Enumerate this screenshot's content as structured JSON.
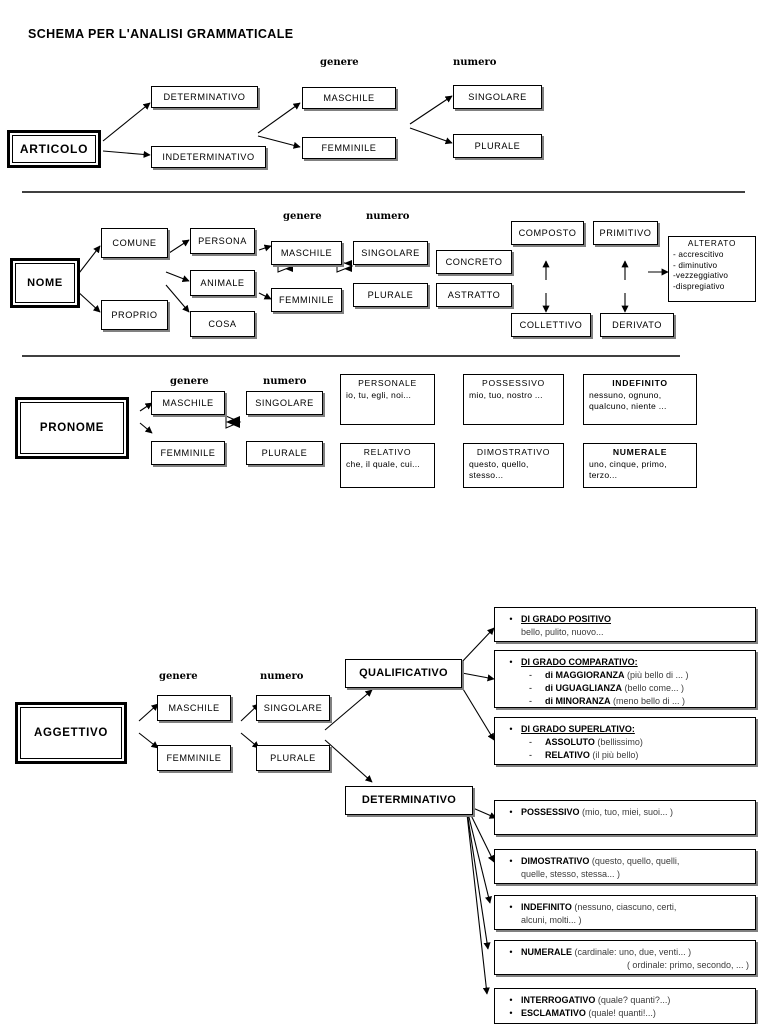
{
  "title": "SCHEMA PER L'ANALISI GRAMMATICALE",
  "labels": {
    "genere": "genere",
    "numero": "numero"
  },
  "articolo": {
    "root": "ARTICOLO",
    "determinativo": "DETERMINATIVO",
    "indeterminativo": "INDETERMINATIVO",
    "maschile": "MASCHILE",
    "femminile": "FEMMINILE",
    "singolare": "SINGOLARE",
    "plurale": "PLURALE"
  },
  "nome": {
    "root": "NOME",
    "comune": "COMUNE",
    "proprio": "PROPRIO",
    "persona": "PERSONA",
    "animale": "ANIMALE",
    "cosa": "COSA",
    "maschile": "MASCHILE",
    "femminile": "FEMMINILE",
    "singolare": "SINGOLARE",
    "plurale": "PLURALE",
    "concreto": "CONCRETO",
    "astratto": "ASTRATTO",
    "composto": "COMPOSTO",
    "collettivo": "COLLETTIVO",
    "primitivo": "PRIMITIVO",
    "derivato": "DERIVATO",
    "alterato": {
      "head": "ALTERATO",
      "items": [
        "- accrescitivo",
        "- diminutivo",
        "-vezzeggiativo",
        "-dispregiativo"
      ]
    }
  },
  "pronome": {
    "root": "PRONOME",
    "maschile": "MASCHILE",
    "femminile": "FEMMINILE",
    "singolare": "SINGOLARE",
    "plurale": "PLURALE",
    "cards": [
      {
        "head": "PERSONALE",
        "bold": false,
        "body": "io, tu, egli, noi..."
      },
      {
        "head": "POSSESSIVO",
        "bold": false,
        "body": "mio, tuo, nostro ..."
      },
      {
        "head": "INDEFINITO",
        "bold": true,
        "body": "nessuno, ognuno, qualcuno, niente ..."
      },
      {
        "head": "RELATIVO",
        "bold": false,
        "body": "che, il quale, cui..."
      },
      {
        "head": "DIMOSTRATIVO",
        "bold": false,
        "body": "questo, quello, stesso..."
      },
      {
        "head": "NUMERALE",
        "bold": true,
        "body": "uno, cinque, primo, terzo..."
      }
    ]
  },
  "aggettivo": {
    "root": "AGGETTIVO",
    "maschile": "MASCHILE",
    "femminile": "FEMMINILE",
    "singolare": "SINGOLARE",
    "plurale": "PLURALE",
    "qualificativo": "QUALIFICATIVO",
    "determinativo": "DETERMINATIVO",
    "qual_boxes": [
      {
        "title": "DI GRADO POSITIVO",
        "note": "",
        "body": "bello, pulito, nuovo...",
        "subs": []
      },
      {
        "title": "DI GRADO COMPARATIVO:",
        "note": "",
        "body": "",
        "subs": [
          {
            "bold": "di MAGGIORANZA",
            "rest": " (più bello di ... )"
          },
          {
            "bold": "di UGUAGLIANZA",
            "rest": " (bello come... )"
          },
          {
            "bold": "di MINORANZA",
            "rest": " (meno bello di ... )"
          }
        ]
      },
      {
        "title": "DI GRADO SUPERLATIVO:",
        "note": "",
        "body": "",
        "subs": [
          {
            "bold": "ASSOLUTO",
            "rest": "  (bellissimo)"
          },
          {
            "bold": "RELATIVO",
            "rest": "   (il più bello)"
          }
        ]
      }
    ],
    "det_boxes": [
      {
        "bold": "POSSESSIVO",
        "rest": " (mio, tuo, miei, suoi... )",
        "line2": ""
      },
      {
        "bold": "DIMOSTRATIVO",
        "rest": " (questo, quello, quelli,",
        "line2": "quelle, stesso, stessa... )"
      },
      {
        "bold": "INDEFINITO",
        "rest": " (nessuno, ciascuno, certi,",
        "line2": "alcuni, molti... )"
      },
      {
        "bold": "NUMERALE",
        "rest": " (cardinale: uno, due, venti... )",
        "line2": "( ordinale: primo, secondo, ... )"
      }
    ],
    "last_box": [
      {
        "bold": "INTERROGATIVO",
        "rest": " (quale? quanti?...)"
      },
      {
        "bold": "ESCLAMATIVO",
        "rest": " (quale! quanti!...)"
      }
    ]
  }
}
